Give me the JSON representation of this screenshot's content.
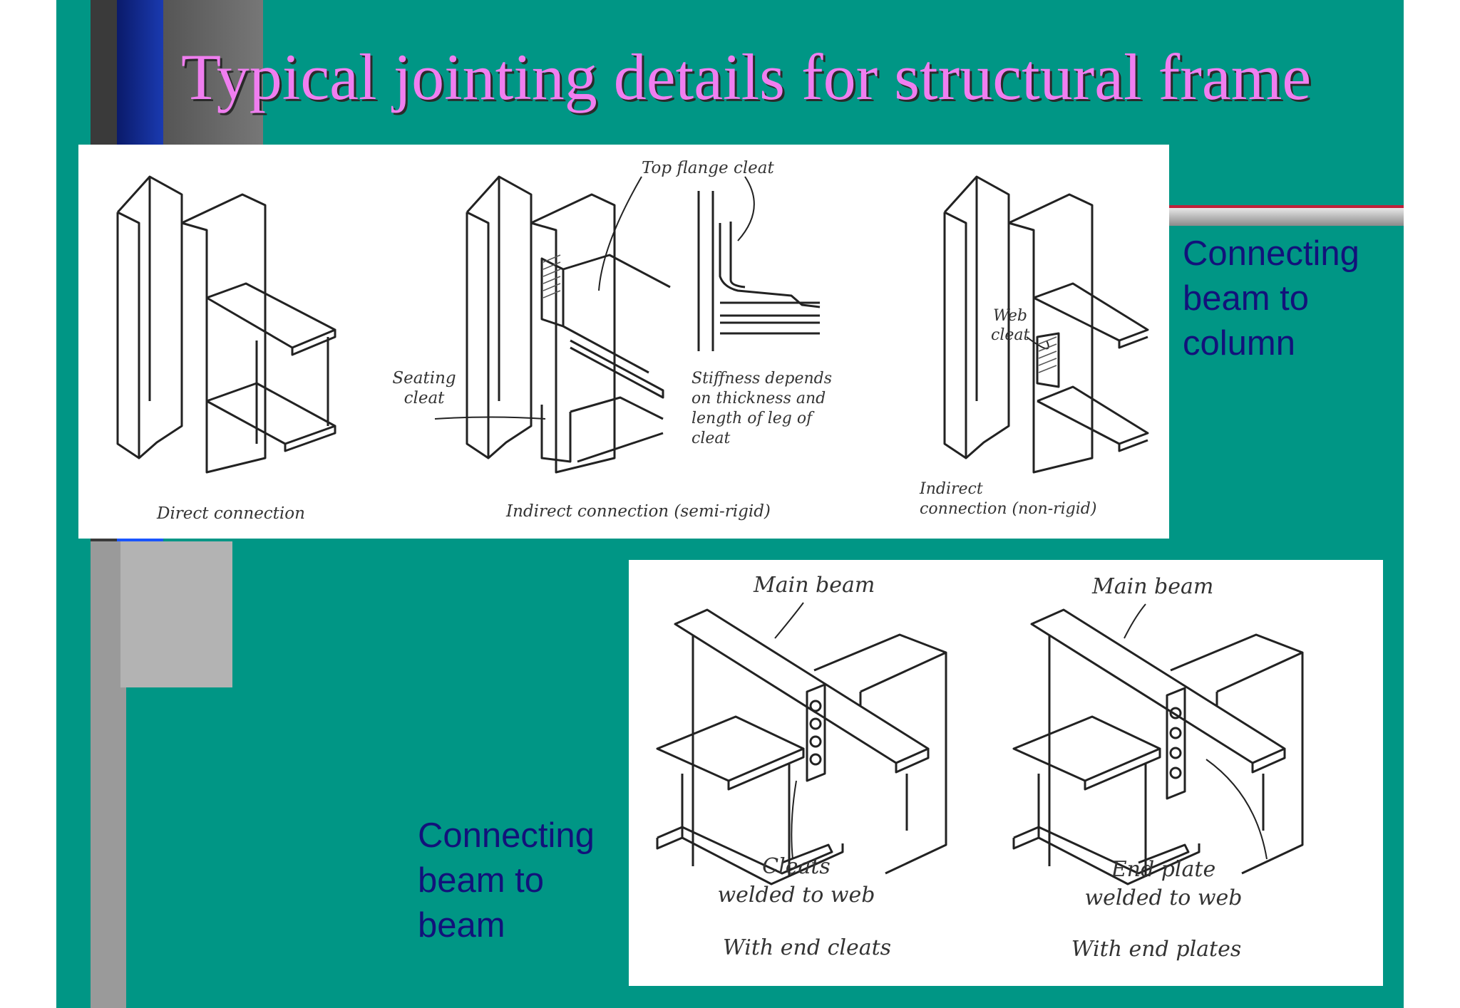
{
  "slide": {
    "title": "Typical jointing details for structural frame",
    "colors": {
      "background": "#009685",
      "title": "#f07ef0",
      "caption": "#12127a"
    }
  },
  "top_figure": {
    "labels": {
      "top_flange_cleat": "Top flange cleat",
      "web_cleat_line1": "Web",
      "web_cleat_line2": "cleat",
      "seating_cleat_line1": "Seating",
      "seating_cleat_line2": "cleat",
      "stiffness_line1": "Stiffness depends",
      "stiffness_line2": "on thickness and",
      "stiffness_line3": "length of leg of",
      "stiffness_line4": "cleat",
      "direct_connection": "Direct connection",
      "indirect_semi_rigid": "Indirect connection (semi-rigid)",
      "indirect_non_rigid_line1": "Indirect",
      "indirect_non_rigid_line2": "connection (non-rigid)"
    },
    "caption": {
      "line1": "Connecting",
      "line2": "beam to",
      "line3": "column"
    }
  },
  "bottom_figure": {
    "labels": {
      "main_beam_left": "Main beam",
      "main_beam_right": "Main beam",
      "cleats_line1": "Cleats",
      "cleats_line2": "welded to web",
      "end_plate_line1": "End plate",
      "end_plate_line2": "welded to web",
      "with_end_cleats": "With end cleats",
      "with_end_plates": "With end plates"
    },
    "caption": {
      "line1": "Connecting",
      "line2": "beam to",
      "line3": "beam"
    }
  }
}
